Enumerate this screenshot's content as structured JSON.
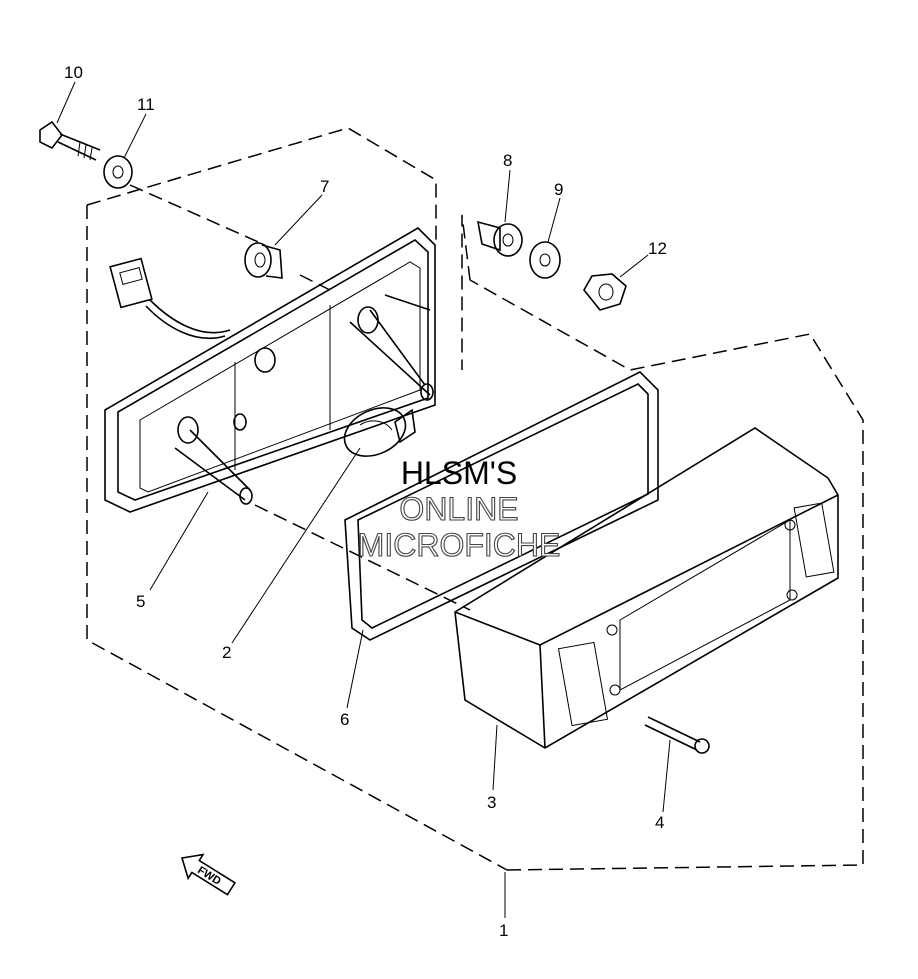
{
  "callouts": [
    {
      "id": "10",
      "text": "10"
    },
    {
      "id": "11",
      "text": "11"
    },
    {
      "id": "7",
      "text": "7"
    },
    {
      "id": "8",
      "text": "8"
    },
    {
      "id": "9",
      "text": "9"
    },
    {
      "id": "12",
      "text": "12"
    },
    {
      "id": "5",
      "text": "5"
    },
    {
      "id": "2",
      "text": "2"
    },
    {
      "id": "6",
      "text": "6"
    },
    {
      "id": "3",
      "text": "3"
    },
    {
      "id": "4",
      "text": "4"
    },
    {
      "id": "1",
      "text": "1"
    }
  ],
  "watermark": {
    "line1": "HLSM'S",
    "line2": "ONLINE",
    "line3": "MICROFICHE"
  },
  "fwd_arrow": {
    "label": "FWD",
    "icon": "fwd-arrow-icon"
  }
}
